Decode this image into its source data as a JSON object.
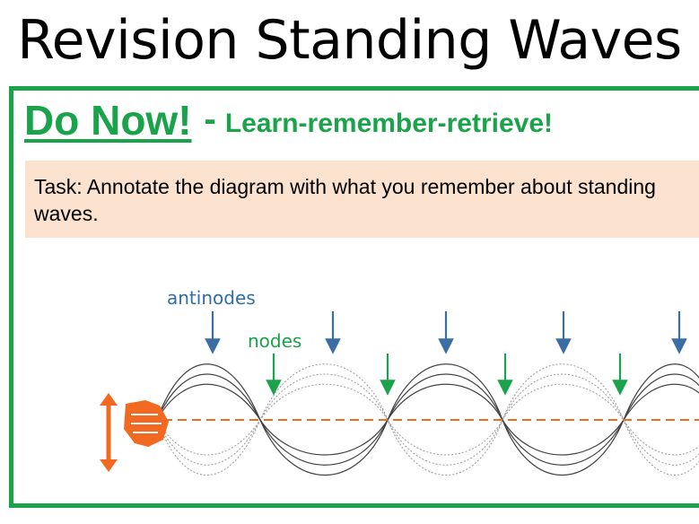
{
  "slide": {
    "title": "Revision Standing Waves"
  },
  "do_now": {
    "heading": "Do Now!",
    "dash": "-",
    "subtitle": "Learn-remember-retrieve!"
  },
  "task": {
    "text": "Task: Annotate the diagram with what you remember about standing waves."
  },
  "diagram": {
    "antinodes_label": "antinodes",
    "nodes_label": "nodes"
  },
  "colors": {
    "frame_green": "#1aa34a",
    "task_bg": "#fbe2ce",
    "antinode_blue": "#3a6ea5",
    "hand_orange": "#f26a21"
  }
}
